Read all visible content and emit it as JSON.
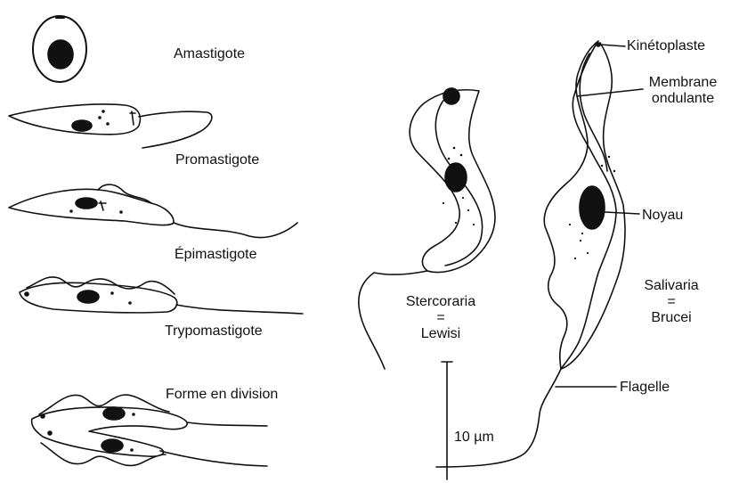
{
  "labels": {
    "amastigote": "Amastigote",
    "promastigote": "Promastigote",
    "epimastigote": "Épimastigote",
    "trypomastigote": "Trypomastigote",
    "division": "Forme en division",
    "kinetoplaste": "Kinétoplaste",
    "membrane_line1": "Membrane",
    "membrane_line2": "ondulante",
    "noyau": "Noyau",
    "salivaria_line1": "Salivaria",
    "salivaria_line2": "=",
    "salivaria_line3": "Brucei",
    "stercoraria_line1": "Stercoraria",
    "stercoraria_line2": "=",
    "stercoraria_line3": "Lewisi",
    "flagelle": "Flagelle",
    "scale": "10 µm"
  },
  "colors": {
    "ink": "#111111",
    "background": "#ffffff"
  }
}
